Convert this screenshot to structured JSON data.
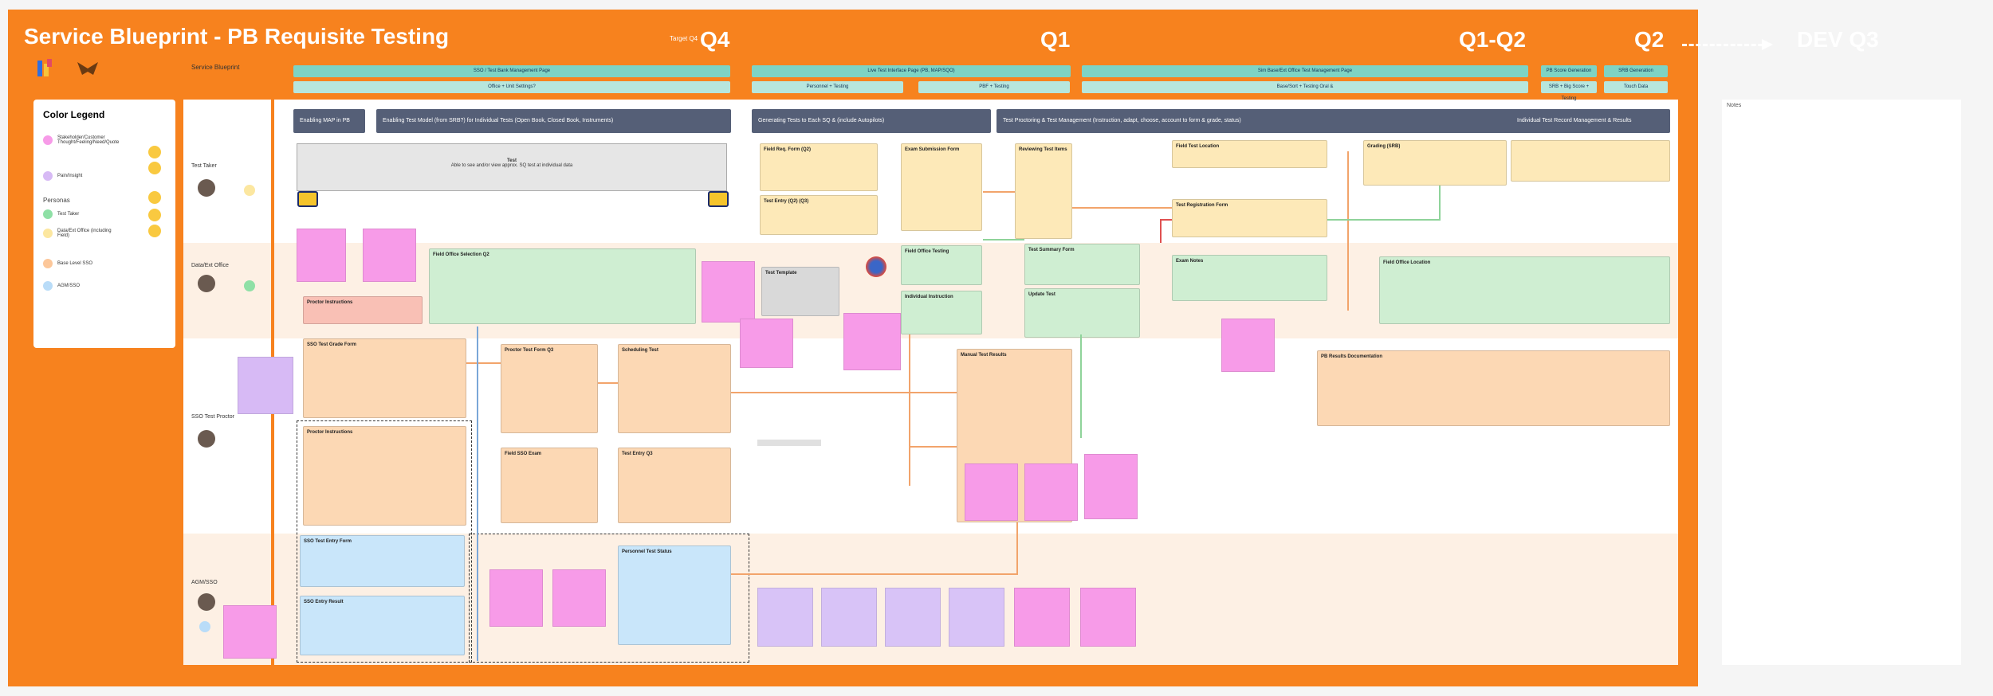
{
  "board": {
    "title": "Service Blueprint - PB Requisite Testing",
    "quarters": [
      "Q4",
      "Q1",
      "Q1-Q2",
      "Q2",
      "DEV Q3"
    ],
    "q4_note": "Target Q4"
  },
  "legend": {
    "title": "Color Legend",
    "items": [
      {
        "label": "Stakeholder/Customer Thought/Feeling/Need/Quote",
        "color": "#f79be8"
      },
      {
        "label": "Pain/Insight",
        "color": "#d7baf5"
      }
    ],
    "personas_title": "Personas",
    "personas": [
      {
        "label": "Test Taker",
        "color": "#8fe0a6"
      },
      {
        "label": "Data/Ext Office (including Field)",
        "color": "#fce7a0"
      },
      {
        "label": "Base Level SSO",
        "color": "#fcc79a"
      },
      {
        "label": "AGM/SSO",
        "color": "#b9dcf8"
      }
    ]
  },
  "lanes": {
    "header": "Service Blueprint",
    "test_taker": "Test Taker",
    "field_office": "Data/Ext Office",
    "sso": "SSO Test Proctor",
    "agm": "AGM/SSO"
  },
  "teal_top": [
    "SSO / Test Bank Management Page",
    "Live Test Interface Page (PB, MAP/SQO)",
    "Sim Base/Ext Office Test Management Page",
    "PB Score Generation",
    "SRB Generation"
  ],
  "teal_sub": [
    "Office + Unit Settings?",
    "Personnel + Testing",
    "PBF + Testing",
    "Base/Sort + Testing Oral &",
    "SRB + Big Score + Testing",
    "Touch Data"
  ],
  "headers": [
    "Enabling MAP in PB",
    "Enabling Test Model (from SRB?) for Individual Tests (Open Book, Closed Book, Instruments)",
    "Generating Tests to Each SQ & (include Autopilots)",
    "Test Proctoring & Test Management (Instruction, adapt, choose, account to form & grade, status)",
    "Individual Test Record Management & Results"
  ],
  "bar_label": "Test",
  "bar_text": "Able to see and/or view approx. SQ test at individual data",
  "cards": {
    "y1": "Field Req. Form (Q2)",
    "y2": "Test Entry (Q2) (Q3)",
    "y3": "Exam Submission Form",
    "y4": "Reviewing Test Items",
    "y5": "Field Test Location",
    "y6": "Test Registration Form",
    "y7": "Grading (SRB)",
    "g1": "Field Office Selection Q2",
    "g2": "Field Office Testing",
    "g3": "Individual Instruction",
    "g4": "Test Summary Form",
    "g5": "Update Test",
    "g6": "Exam Notes",
    "g7": "Field Office Location",
    "o1": "SSO Test Grade Form",
    "o2": "Proctor Instructions",
    "o3": "Proctor Test Form Q3",
    "o4": "Scheduling Test",
    "o5": "Field SSO Exam",
    "o6": "Test Entry Q3",
    "o7": "Manual Test Results",
    "o8": "PB Results Documentation",
    "o9": "Proctor Instructions",
    "b1": "SSO Test Entry Form",
    "b2": "SSO Entry Result",
    "b3": "Personnel Test Status",
    "gr": "Test Template"
  },
  "right_panel": "Notes"
}
